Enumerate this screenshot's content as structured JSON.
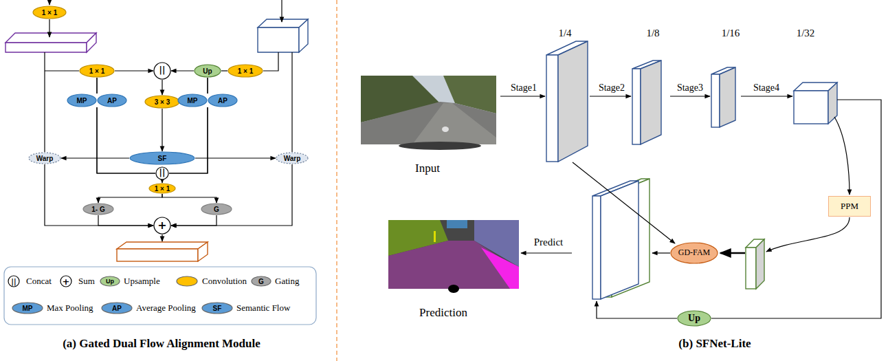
{
  "diagram": {
    "nodes": [
      {
        "text": [
          "1 × 1"
        ]
      },
      {
        "text": [
          "1 × 1"
        ]
      },
      {
        "text": [
          "||"
        ]
      },
      {
        "text": [
          "Up"
        ]
      },
      {
        "text": [
          "1 × 1"
        ]
      },
      {
        "text": [
          "3 × 3"
        ]
      },
      {
        "text": [
          "MP"
        ]
      },
      {
        "text": [
          "AP"
        ]
      },
      {
        "text": [
          "MP"
        ]
      },
      {
        "text": [
          "AP"
        ]
      },
      {
        "text": [
          "Warp"
        ]
      },
      {
        "text": [
          "SF"
        ]
      },
      {
        "text": [
          "Warp"
        ]
      },
      {
        "text": [
          "||"
        ]
      },
      {
        "text": [
          "1 × 1"
        ]
      },
      {
        "text": [
          "1- G"
        ]
      },
      {
        "text": [
          "G"
        ]
      },
      {
        "text": [
          "+"
        ]
      },
      {
        "text": [
          "PPM"
        ]
      },
      {
        "text": [
          "GD-FAM"
        ]
      },
      {
        "text": [
          "Up"
        ]
      }
    ],
    "edges": [
      {
        "from": 1,
        "to": 2,
        "arrow": "to"
      },
      {
        "from": 4,
        "to": 3,
        "arrow": "none"
      },
      {
        "from": 3,
        "to": 2,
        "arrow": "to"
      },
      {
        "from": 2,
        "to": 5,
        "arrow": "to"
      },
      {
        "from": 5,
        "to": 11,
        "arrow": "to"
      },
      {
        "from": 11,
        "to": 10,
        "arrow": "to"
      },
      {
        "from": 11,
        "to": 12,
        "arrow": "to"
      },
      {
        "from": 1,
        "to": 6,
        "arrow": "none"
      },
      {
        "from": 1,
        "to": 7,
        "arrow": "none"
      },
      {
        "from": 3,
        "to": 8,
        "arrow": "none"
      },
      {
        "from": 3,
        "to": 9,
        "arrow": "none"
      },
      {
        "from": 6,
        "to": 13,
        "arrow": "none"
      },
      {
        "from": 7,
        "to": 13,
        "arrow": "none"
      },
      {
        "from": 8,
        "to": 13,
        "arrow": "none"
      },
      {
        "from": 9,
        "to": 13,
        "arrow": "none"
      },
      {
        "from": 13,
        "to": 14,
        "arrow": "to"
      },
      {
        "from": 14,
        "to": 15,
        "arrow": "to"
      },
      {
        "from": 14,
        "to": 16,
        "arrow": "to"
      },
      {
        "from": 15,
        "to": 17,
        "arrow": "to"
      },
      {
        "from": 16,
        "to": 17,
        "arrow": "to"
      },
      {
        "from": 10,
        "to": 17,
        "arrow": "to"
      },
      {
        "from": 12,
        "to": 17,
        "arrow": "to"
      }
    ],
    "labels": [
      "||",
      "+",
      "Up",
      "G",
      "MP",
      "AP",
      "SF",
      "(a) Gated Dual Flow Alignment Module",
      "Input",
      "Stage1",
      "1/4",
      "Stage2",
      "1/8",
      "Stage3",
      "1/16",
      "Stage4",
      "1/32",
      "Prediction",
      "Predict",
      "(b) SFNet-Lite"
    ],
    "legend": [
      {
        "text": "Concat"
      },
      {
        "text": "Sum"
      },
      {
        "text": "Upsample",
        "color": "#a9d18e"
      },
      {
        "text": "Convolution",
        "color": "#ffc000"
      },
      {
        "text": "Gating",
        "color": "#a6a6a6"
      },
      {
        "text": "Max Pooling",
        "color": "#5b9bd5"
      },
      {
        "text": "Average Pooling",
        "color": "#5b9bd5"
      },
      {
        "text": "Semantic Flow",
        "color": "#5b9bd5"
      }
    ]
  }
}
